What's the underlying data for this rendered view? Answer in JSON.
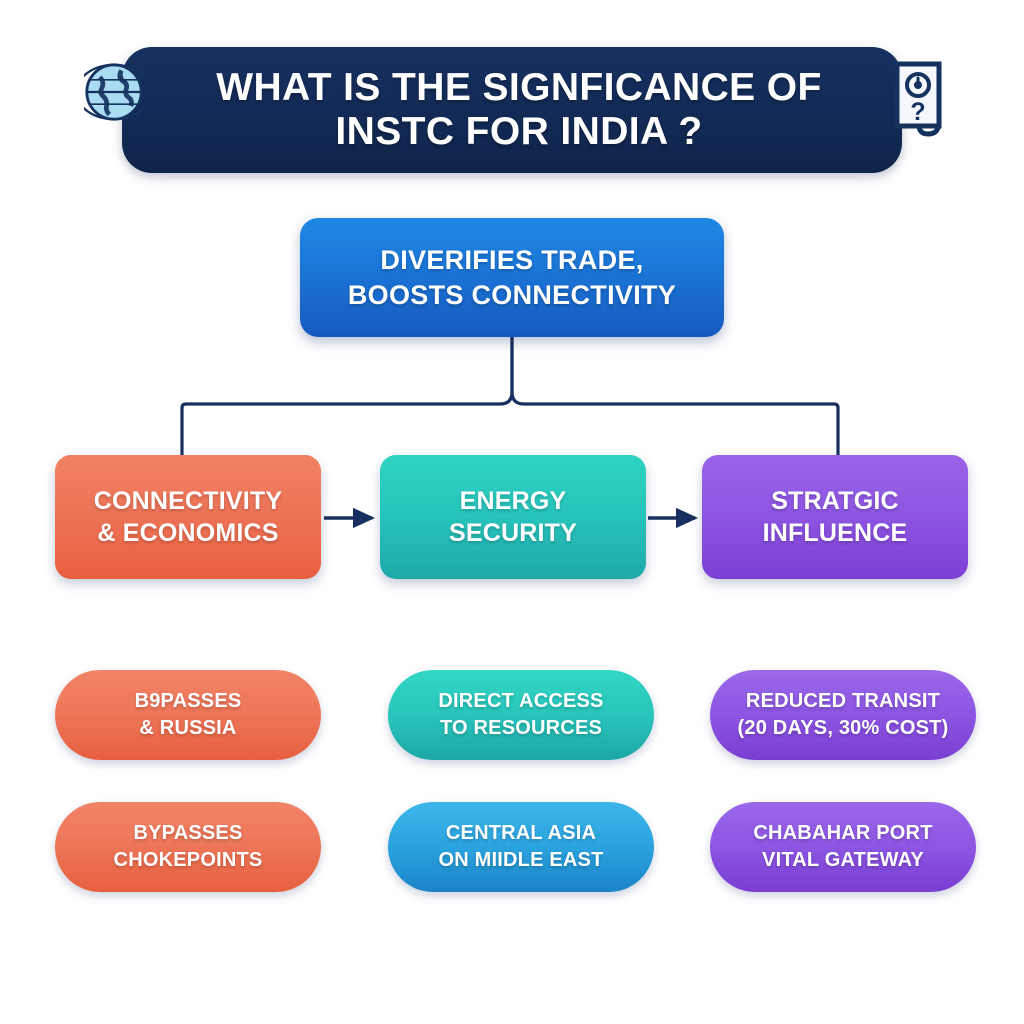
{
  "header": {
    "title": "WHAT IS THE SIGNFICANCE  OF\nINSTC FOR INDIA ?",
    "left_icon": "globe-icon",
    "right_icon": "question-card-icon",
    "banner_color": "#122a55",
    "title_color": "#ffffff"
  },
  "main_node": {
    "label": "DIVERIFIES TRADE,\nBOOSTS CONNECTIVITY",
    "color": "#1b75d6"
  },
  "categories": [
    {
      "label": "CONNECTIVITY\n& ECONOMICS",
      "color": "#ed7356",
      "details": [
        "B9PASSES\n& RUSSIA",
        "BYPASSES\nCHOKEPOINTS"
      ],
      "detail_colors": [
        "#ee7558",
        "#ee7558"
      ]
    },
    {
      "label": "ENERGY\nSECURITY",
      "color": "#27c4bb",
      "details": [
        "DIRECT ACCESS\nTO RESOURCES",
        "CENTRAL ASIA\nON MIIDLE EAST"
      ],
      "detail_colors": [
        "#28c5bb",
        "#2aa3de"
      ]
    },
    {
      "label": "STRATGIC\nINFLUENCE",
      "color": "#8d55e2",
      "details": [
        "REDUCED TRANSIT\n(20 DAYS, 30% COST)",
        "CHABAHAR PORT\nVITAL GATEWAY"
      ],
      "detail_colors": [
        "#8c55e2",
        "#8c55e2"
      ]
    }
  ],
  "connectors": {
    "line_color": "#17305f",
    "arrow_color": "#17305f",
    "arrow_count": 2
  },
  "background": {
    "top_color": "#a6daef",
    "bottom_color": "#9aa6ec"
  }
}
